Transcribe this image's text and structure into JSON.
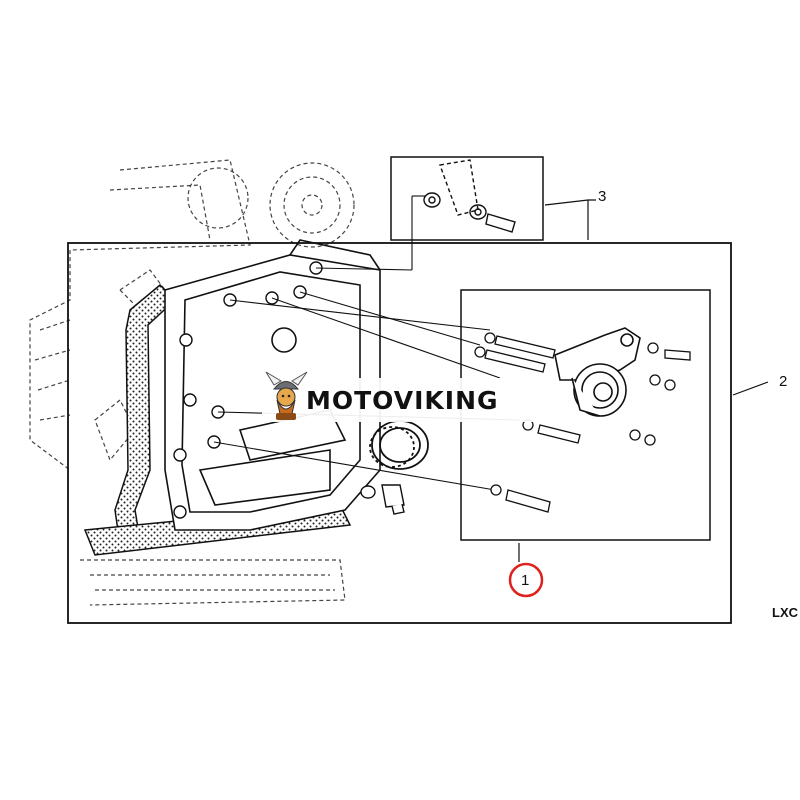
{
  "diagram": {
    "callouts": [
      "1",
      "2",
      "3"
    ],
    "highlighted_callout": "1",
    "figure_code": "LXC",
    "highlight_color": "#e0201c",
    "line_color": "#111111"
  },
  "watermark": {
    "brand": "MOTOVIKING",
    "icon": "viking-mascot-icon"
  }
}
